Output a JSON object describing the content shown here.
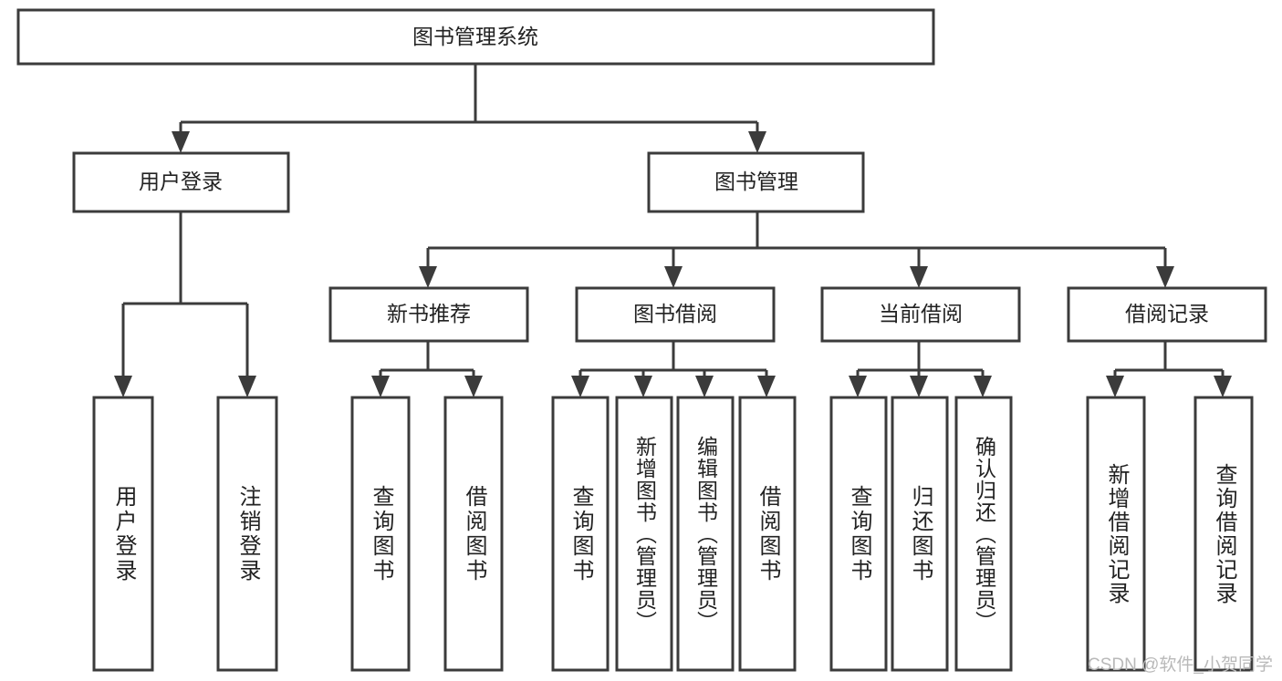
{
  "diagram": {
    "title_node": {
      "label": "图书管理系统"
    },
    "level2": [
      {
        "id": "user-login",
        "label": "用户登录"
      },
      {
        "id": "book-management",
        "label": "图书管理"
      }
    ],
    "level3": [
      {
        "id": "new-book-recommend",
        "label": "新书推荐"
      },
      {
        "id": "book-borrow",
        "label": "图书借阅"
      },
      {
        "id": "current-borrow",
        "label": "当前借阅"
      },
      {
        "id": "borrow-record",
        "label": "借阅记录"
      }
    ],
    "leaves": [
      {
        "id": "leaf-user-login",
        "label": "用户登录",
        "parent": "user-login"
      },
      {
        "id": "leaf-logout-login",
        "label": "注销登录",
        "parent": "user-login"
      },
      {
        "id": "leaf-query-book-1",
        "label": "查询图书",
        "parent": "new-book-recommend"
      },
      {
        "id": "leaf-borrow-book-1",
        "label": "借阅图书",
        "parent": "new-book-recommend"
      },
      {
        "id": "leaf-query-book-2",
        "label": "查询图书",
        "parent": "book-borrow"
      },
      {
        "id": "leaf-add-book",
        "label": "新增图书（管理员）",
        "parent": "book-borrow"
      },
      {
        "id": "leaf-edit-book",
        "label": "编辑图书（管理员）",
        "parent": "book-borrow"
      },
      {
        "id": "leaf-borrow-book-2",
        "label": "借阅图书",
        "parent": "book-borrow"
      },
      {
        "id": "leaf-query-book-3",
        "label": "查询图书",
        "parent": "current-borrow"
      },
      {
        "id": "leaf-return-book",
        "label": "归还图书",
        "parent": "current-borrow"
      },
      {
        "id": "leaf-confirm-return",
        "label": "确认归还（管理员）",
        "parent": "current-borrow"
      },
      {
        "id": "leaf-add-record",
        "label": "新增借阅记录",
        "parent": "borrow-record"
      },
      {
        "id": "leaf-query-record",
        "label": "查询借阅记录",
        "parent": "borrow-record"
      }
    ],
    "colors": {
      "stroke": "#3b3b3b",
      "fill": "#ffffff",
      "text": "#222222",
      "watermark": "#b9b9b9"
    }
  },
  "watermark": {
    "text": "CSDN @软件_小贺同学"
  }
}
